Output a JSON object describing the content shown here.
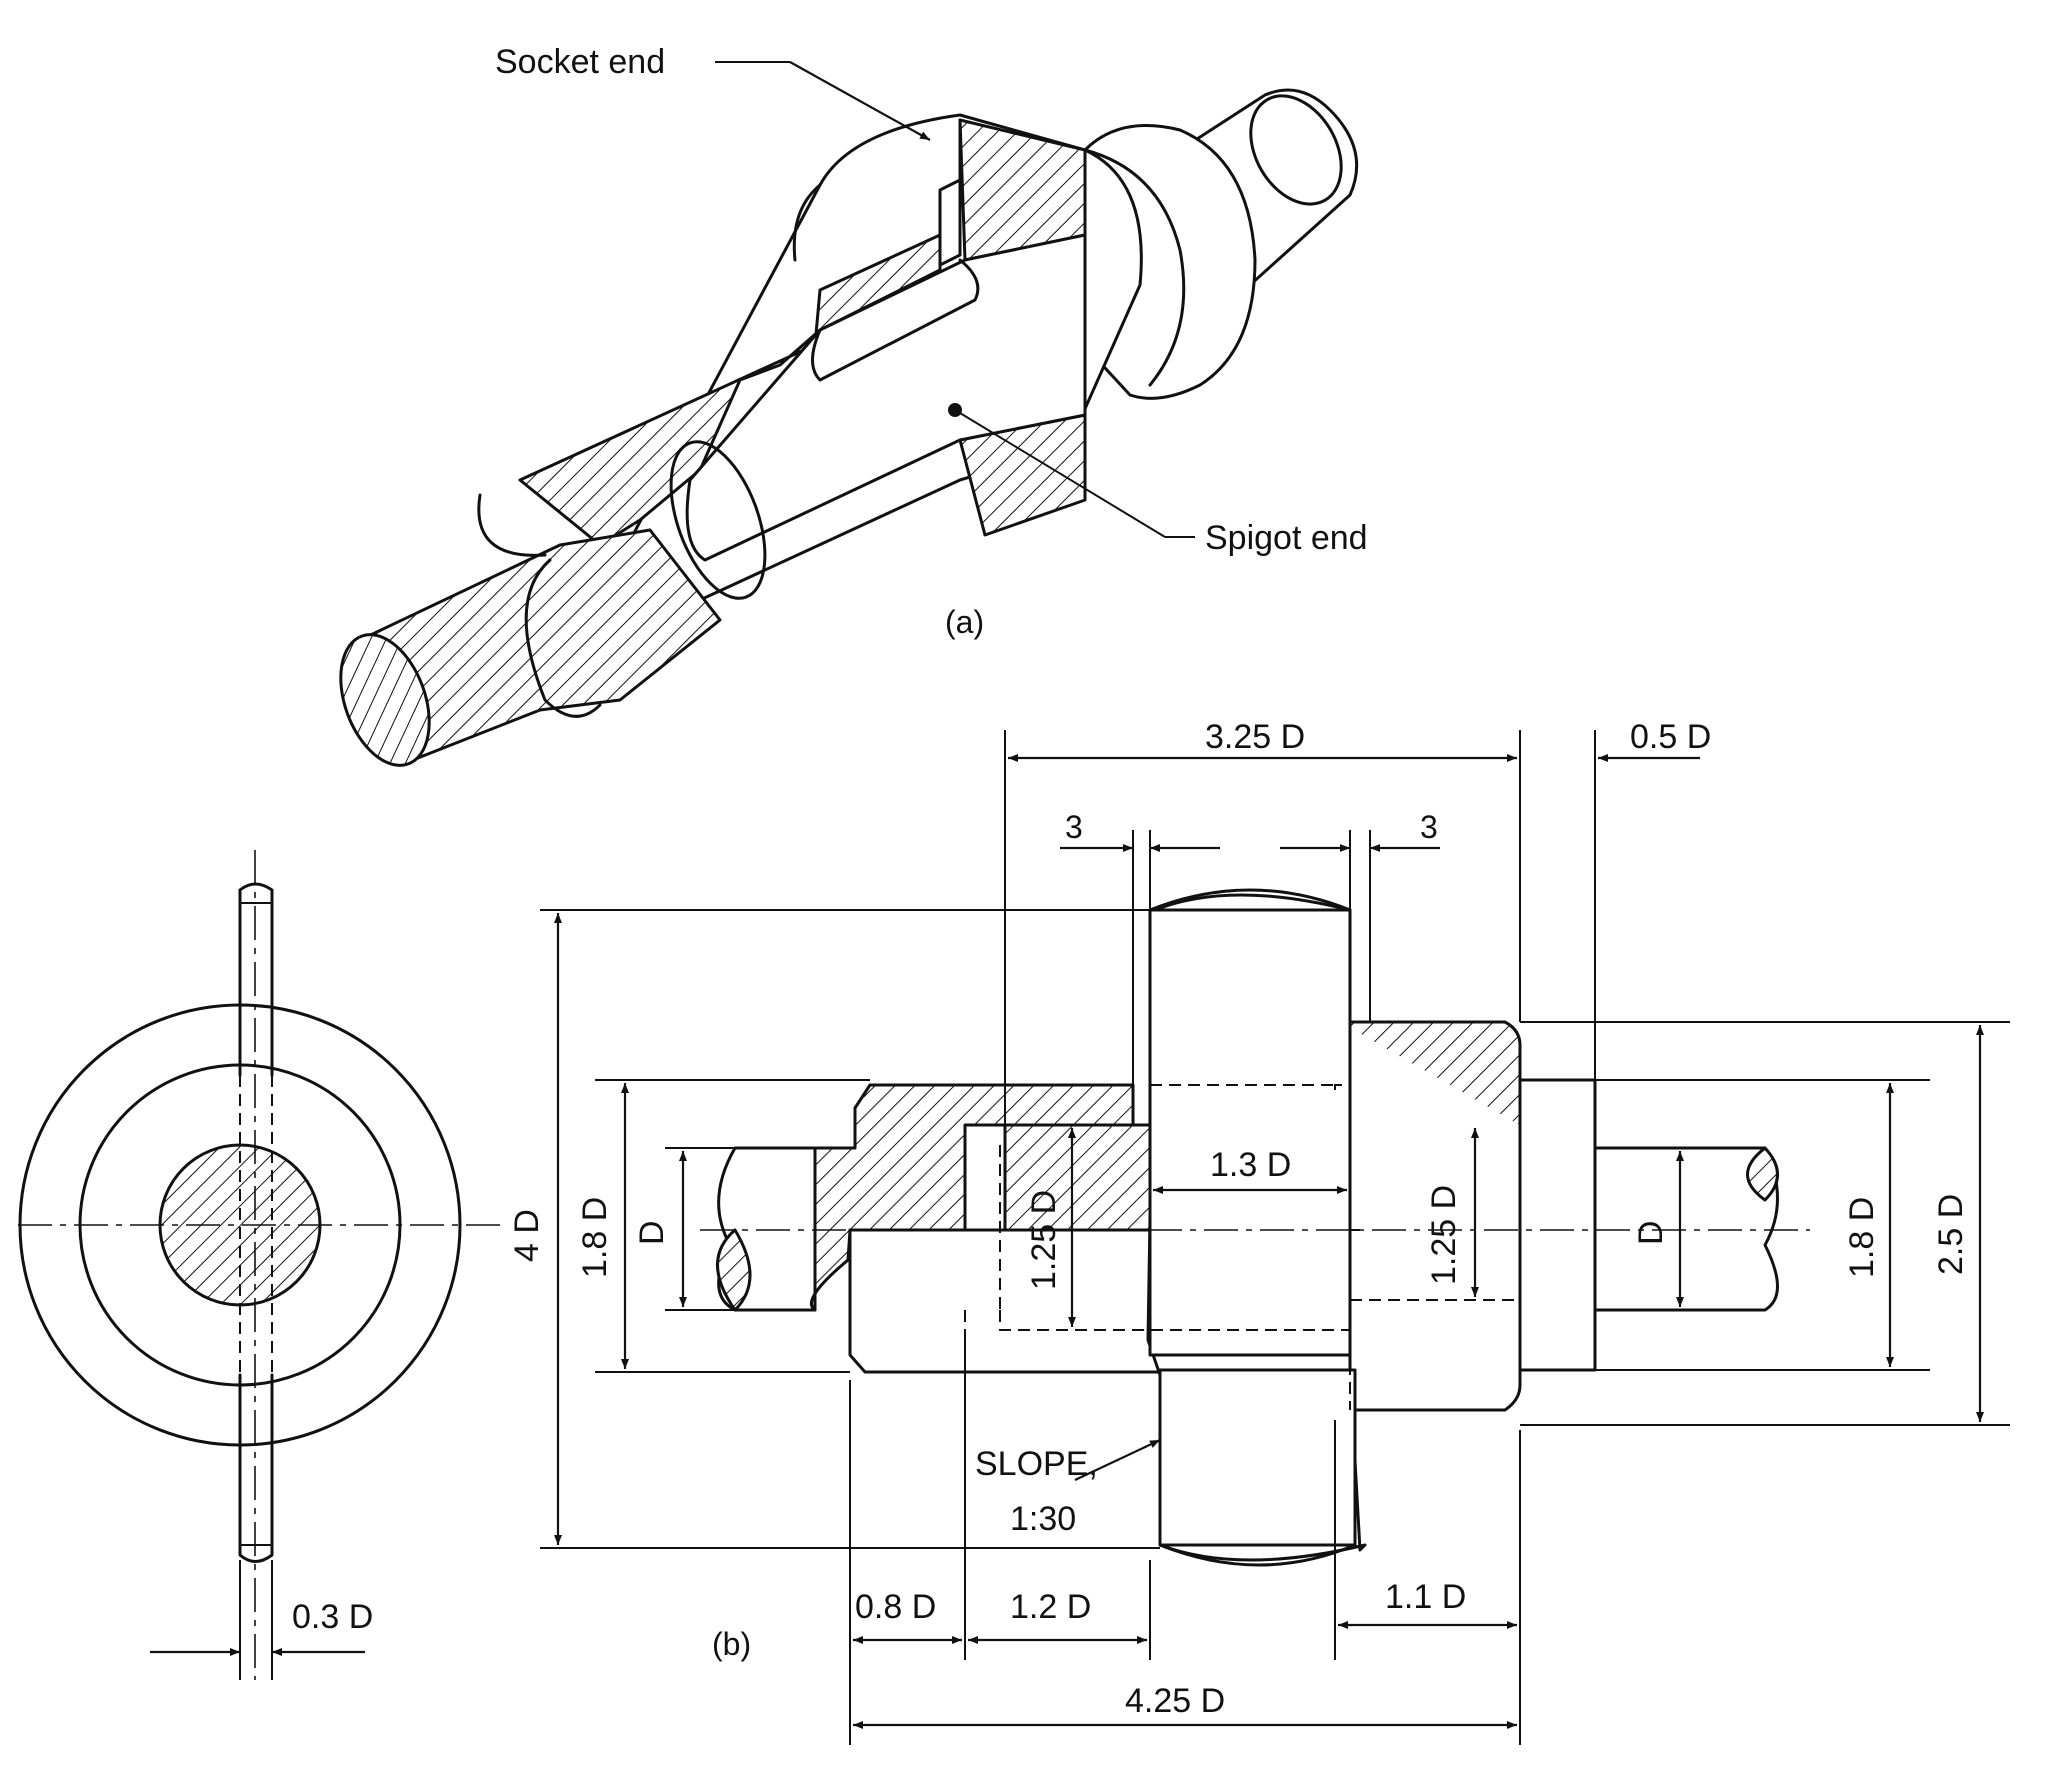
{
  "figure_a": {
    "caption": "(a)",
    "labels": {
      "socket_end": "Socket end",
      "spigot_end": "Spigot end"
    }
  },
  "figure_b": {
    "caption": "(b)",
    "dimensions": {
      "d_325": "3.25 D",
      "d_05": "0.5 D",
      "d_3_left": "3",
      "d_3_right": "3",
      "d_4": "4 D",
      "d_18_left": "1.8 D",
      "d_D_left": "D",
      "d_125_left": "1.25 D",
      "d_13": "1.3 D",
      "d_125_right": "1.25 D",
      "d_D_right": "D",
      "d_18_right": "1.8 D",
      "d_25": "2.5 D",
      "slope_1": "SLOPE,",
      "slope_2": "1:30",
      "d_08": "0.8 D",
      "d_12": "1.2 D",
      "d_11": "1.1 D",
      "d_425": "4.25 D",
      "d_03": "0.3 D"
    }
  }
}
